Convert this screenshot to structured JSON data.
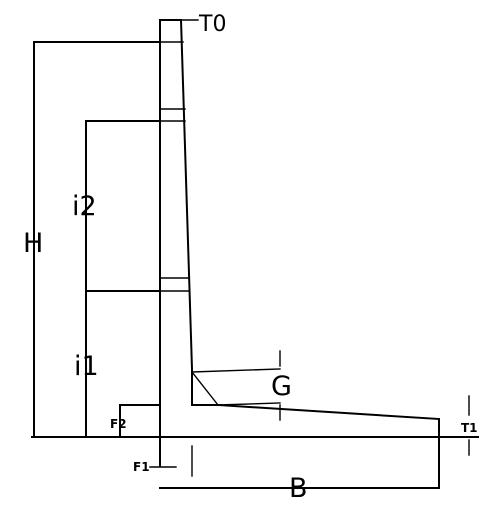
{
  "labels": {
    "t0": "T0",
    "h": "H",
    "i2": "i2",
    "i1": "i1",
    "f2": "F2",
    "g": "G",
    "t1": "T1",
    "f1": "F1",
    "b": "B"
  },
  "colors": {
    "stroke": "#000000",
    "background": "#ffffff"
  }
}
